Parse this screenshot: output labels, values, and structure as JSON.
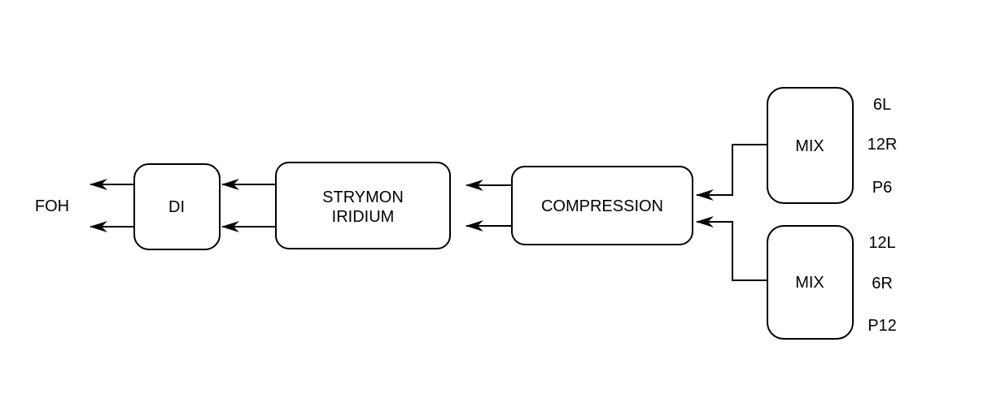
{
  "canvas": {
    "background": "#ffffff",
    "line_color": "#000000"
  },
  "output": {
    "label": "FOH"
  },
  "nodes": {
    "di": {
      "label": "DI"
    },
    "strymon": {
      "line1": "STRYMON",
      "line2": "IRIDIUM"
    },
    "compression": {
      "label": "COMPRESSION"
    },
    "mix_top": {
      "label": "MIX",
      "ports": [
        "6L",
        "12R",
        "P6"
      ]
    },
    "mix_bottom": {
      "label": "MIX",
      "ports": [
        "12L",
        "6R",
        "P12"
      ]
    }
  }
}
